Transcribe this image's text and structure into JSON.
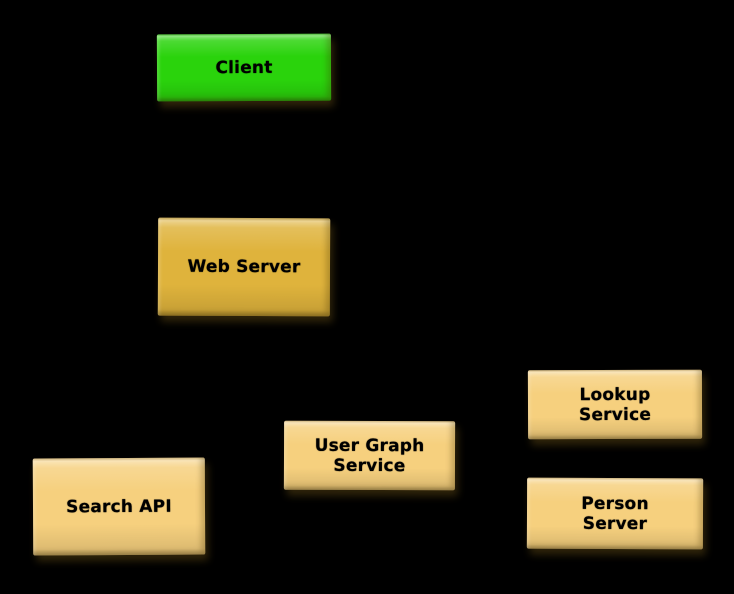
{
  "diagram": {
    "title": "service-architecture-diagram",
    "background_color": "#000000",
    "text_color": "#000000",
    "node_colors": {
      "client_green": "#2AD30C",
      "web_server_gold": "#DFB33C",
      "service_light_gold": "#F6D07E"
    },
    "nodes": [
      {
        "id": "client",
        "lines": [
          "Client"
        ],
        "fill": "#2AD30C"
      },
      {
        "id": "web-server",
        "lines": [
          "Web Server"
        ],
        "fill": "#DFB33C"
      },
      {
        "id": "search-api",
        "lines": [
          "Search API"
        ],
        "fill": "#F6D07E"
      },
      {
        "id": "user-graph-service",
        "lines": [
          "User Graph",
          "Service"
        ],
        "fill": "#F6D07E"
      },
      {
        "id": "lookup-service",
        "lines": [
          "Lookup",
          "Service"
        ],
        "fill": "#F6D07E"
      },
      {
        "id": "person-server",
        "lines": [
          "Person",
          "Server"
        ],
        "fill": "#F6D07E"
      }
    ]
  }
}
